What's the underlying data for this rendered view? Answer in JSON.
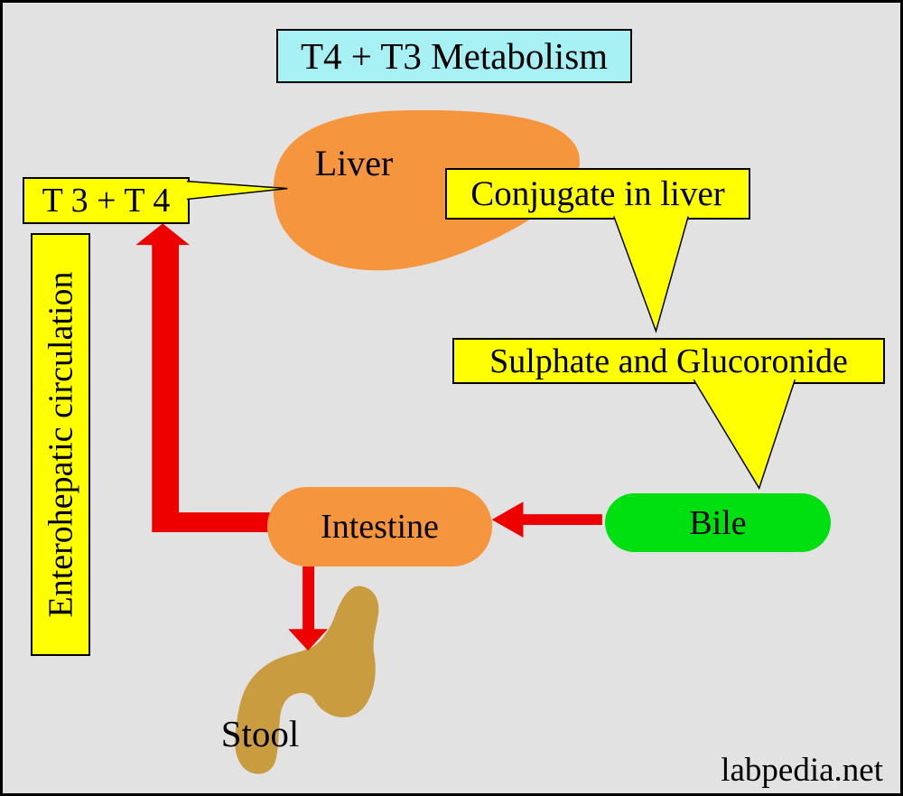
{
  "title": {
    "text": "T4 + T3 Metabolism"
  },
  "watermark": {
    "text": "labpedia.net"
  },
  "colors": {
    "background": "#E2E2E2",
    "title_cyan": "#A7F1F4",
    "callout_yellow": "#FFFF00",
    "organ_orange": "#F5953D",
    "bile_green": "#00E010",
    "stool_tan": "#C89C3F",
    "arrow_red": "#EE0000",
    "outline_black": "#000000"
  },
  "nodes": {
    "liver": {
      "label": "Liver"
    },
    "t3_t4": {
      "label": "T 3 + T 4"
    },
    "enterohepatic": {
      "label": "Enterohepatic circulation"
    },
    "conjugate": {
      "label": "Conjugate in liver"
    },
    "sulphate": {
      "label": "Sulphate and Glucoronide"
    },
    "bile": {
      "label": "Bile"
    },
    "intestine": {
      "label": "Intestine"
    },
    "stool": {
      "label": "Stool"
    }
  }
}
